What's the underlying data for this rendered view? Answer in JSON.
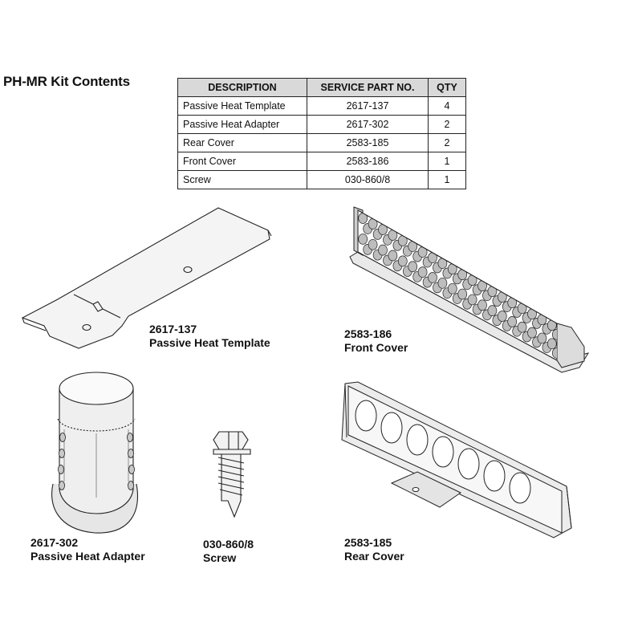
{
  "page": {
    "title": "PH-MR Kit Contents"
  },
  "table": {
    "headers": [
      "DESCRIPTION",
      "SERVICE PART NO.",
      "QTY"
    ],
    "rows": [
      {
        "description": "Passive Heat Template",
        "part_no": "2617-137",
        "qty": "4"
      },
      {
        "description": "Passive Heat Adapter",
        "part_no": "2617-302",
        "qty": "2"
      },
      {
        "description": "Rear Cover",
        "part_no": "2583-185",
        "qty": "2"
      },
      {
        "description": "Front Cover",
        "part_no": "2583-186",
        "qty": "1"
      },
      {
        "description": "Screw",
        "part_no": "030-860/8",
        "qty": "1"
      }
    ]
  },
  "parts": {
    "template": {
      "part_no": "2617-137",
      "name": "Passive Heat Template"
    },
    "front_cover": {
      "part_no": "2583-186",
      "name": "Front Cover"
    },
    "adapter": {
      "part_no": "2617-302",
      "name": "Passive Heat Adapter"
    },
    "screw": {
      "part_no": "030-860/8",
      "name": "Screw"
    },
    "rear_cover": {
      "part_no": "2583-185",
      "name": "Rear Cover"
    }
  }
}
